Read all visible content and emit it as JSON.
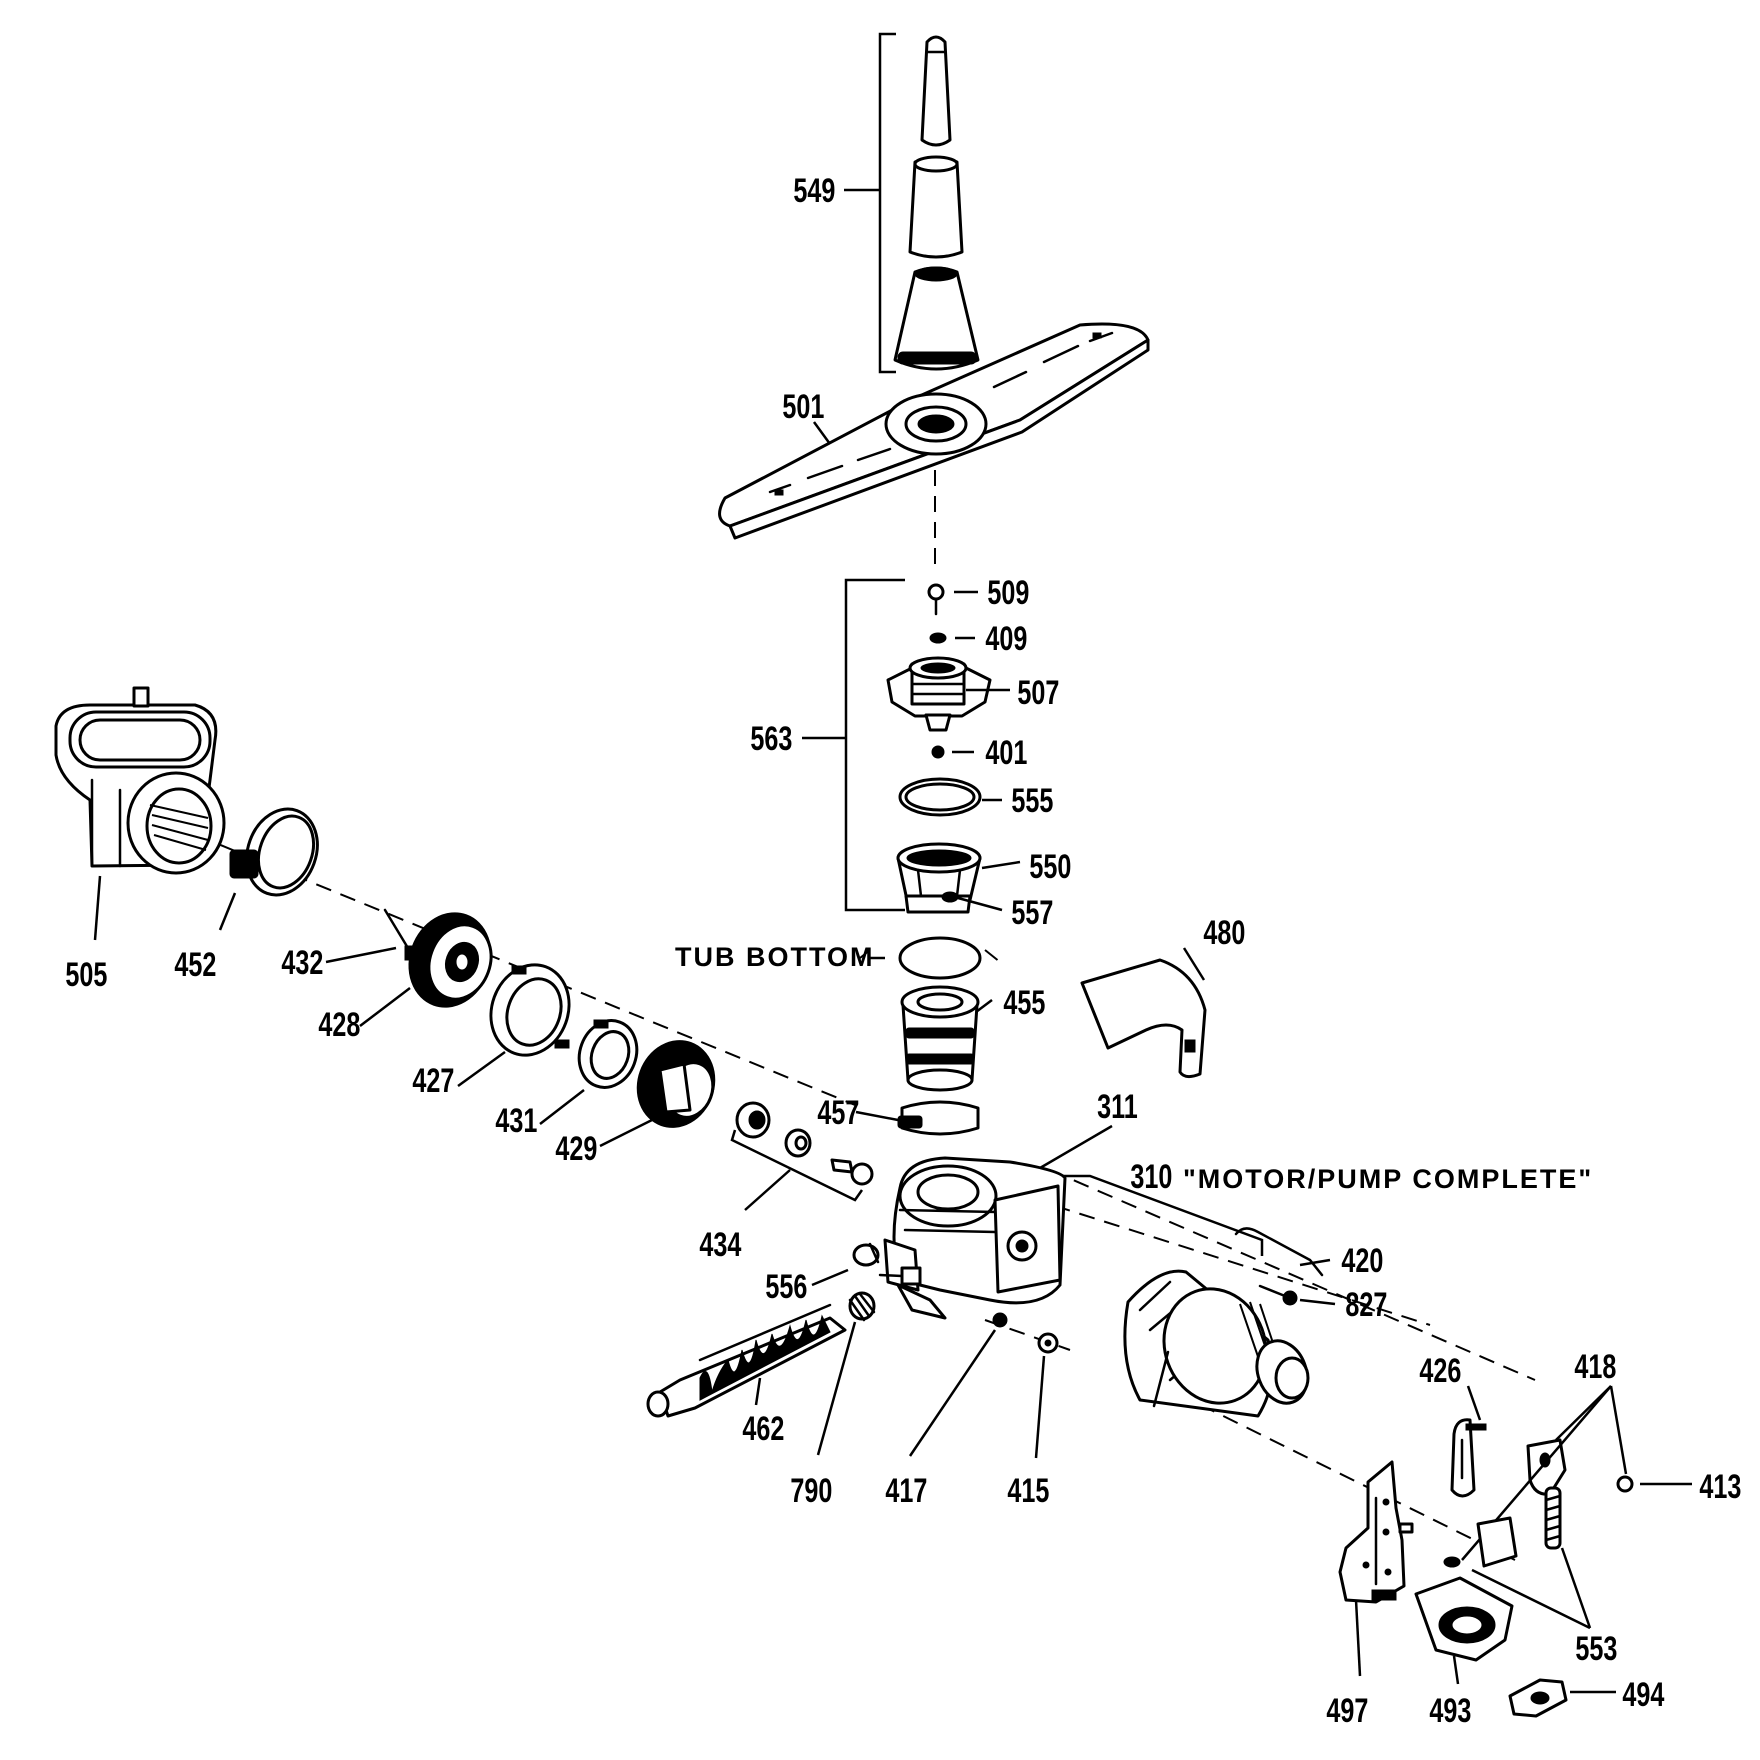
{
  "parts": {
    "p549": "549",
    "p501": "501",
    "p563": "563",
    "p509": "509",
    "p409": "409",
    "p507": "507",
    "p401": "401",
    "p555": "555",
    "p550": "550",
    "p557": "557",
    "p505": "505",
    "p452": "452",
    "p432": "432",
    "p428": "428",
    "p427": "427",
    "p431": "431",
    "p429": "429",
    "p434": "434",
    "p455": "455",
    "p457": "457",
    "p480": "480",
    "p311": "311",
    "p310": "310",
    "p420": "420",
    "p827": "827",
    "p556": "556",
    "p462": "462",
    "p790": "790",
    "p417": "417",
    "p415": "415",
    "p426": "426",
    "p418": "418",
    "p413": "413",
    "p553": "553",
    "p497": "497",
    "p493": "493",
    "p494": "494"
  },
  "captions": {
    "tub_bottom": "TUB BOTTOM",
    "motor_pump": "\"MOTOR/PUMP COMPLETE\""
  }
}
